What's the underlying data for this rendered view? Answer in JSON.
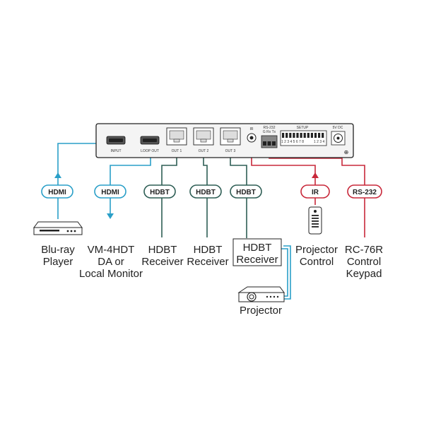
{
  "device": {
    "port_labels": {
      "input": "INPUT",
      "loop_out": "LOOP OUT",
      "out1": "OUT 1",
      "out2": "OUT 2",
      "out3": "OUT 3",
      "ir": "IR",
      "rs232": "RS-232",
      "rs232_pins": "G Rx Tx",
      "setup": "SETUP",
      "dip_numbers_a": "1 2 3 4 5 6 7 8",
      "dip_numbers_b": "1 2 3 4",
      "power": "5V DC"
    }
  },
  "connections": [
    {
      "id": "hdmi-in",
      "label": "HDMI",
      "color": "#2a9fc8"
    },
    {
      "id": "hdmi-loop",
      "label": "HDMI",
      "color": "#2a9fc8"
    },
    {
      "id": "hdbt-1",
      "label": "HDBT",
      "color": "#2e5e55"
    },
    {
      "id": "hdbt-2",
      "label": "HDBT",
      "color": "#2e5e55"
    },
    {
      "id": "hdbt-3",
      "label": "HDBT",
      "color": "#2e5e55"
    },
    {
      "id": "ir",
      "label": "IR",
      "color": "#c8283a"
    },
    {
      "id": "rs232",
      "label": "RS-232",
      "color": "#c8283a"
    }
  ],
  "devices": {
    "bluray": [
      "Blu-ray",
      "Player"
    ],
    "vm4hdt": [
      "VM-4HDT",
      "DA or",
      "Local Monitor"
    ],
    "hdbt_rx1": [
      "HDBT",
      "Receiver"
    ],
    "hdbt_rx2": [
      "HDBT",
      "Receiver"
    ],
    "hdbt_rx3": [
      "HDBT",
      "Receiver"
    ],
    "projector_control": [
      "Projector",
      "Control"
    ],
    "rc76r": [
      "RC-76R",
      "Control",
      "Keypad"
    ],
    "projector": [
      "Projector"
    ]
  }
}
